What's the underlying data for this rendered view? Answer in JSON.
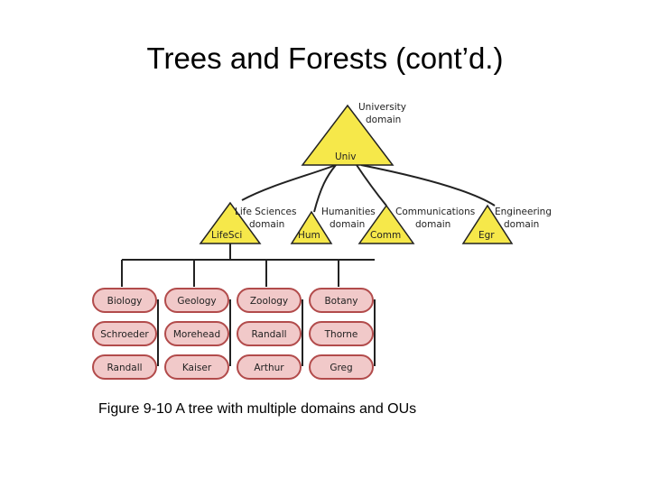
{
  "slide": {
    "title": "Trees and Forests (cont’d.)",
    "caption": "Figure 9-10 A tree with multiple domains and OUs"
  },
  "colors": {
    "triangle_fill": "#f6e84a",
    "ou_fill": "#f1c9c9",
    "ou_stroke": "#b24b4b",
    "line": "#222222"
  },
  "root_domain": {
    "name": "University",
    "name2": "domain",
    "abbr": "Univ"
  },
  "child_domains": [
    {
      "name": "Life Sciences",
      "name2": "domain",
      "abbr": "LifeSci"
    },
    {
      "name": "Humanities",
      "name2": "domain",
      "abbr": "Hum"
    },
    {
      "name": "Communications",
      "name2": "domain",
      "abbr": "Comm"
    },
    {
      "name": "Engineering",
      "name2": "domain",
      "abbr": "Egr"
    }
  ],
  "ou_rows": [
    [
      "Biology",
      "Geology",
      "Zoology",
      "Botany"
    ],
    [
      "Schroeder",
      "Morehead",
      "Randall",
      "Thorne"
    ],
    [
      "Randall",
      "Kaiser",
      "Arthur",
      "Greg"
    ]
  ]
}
